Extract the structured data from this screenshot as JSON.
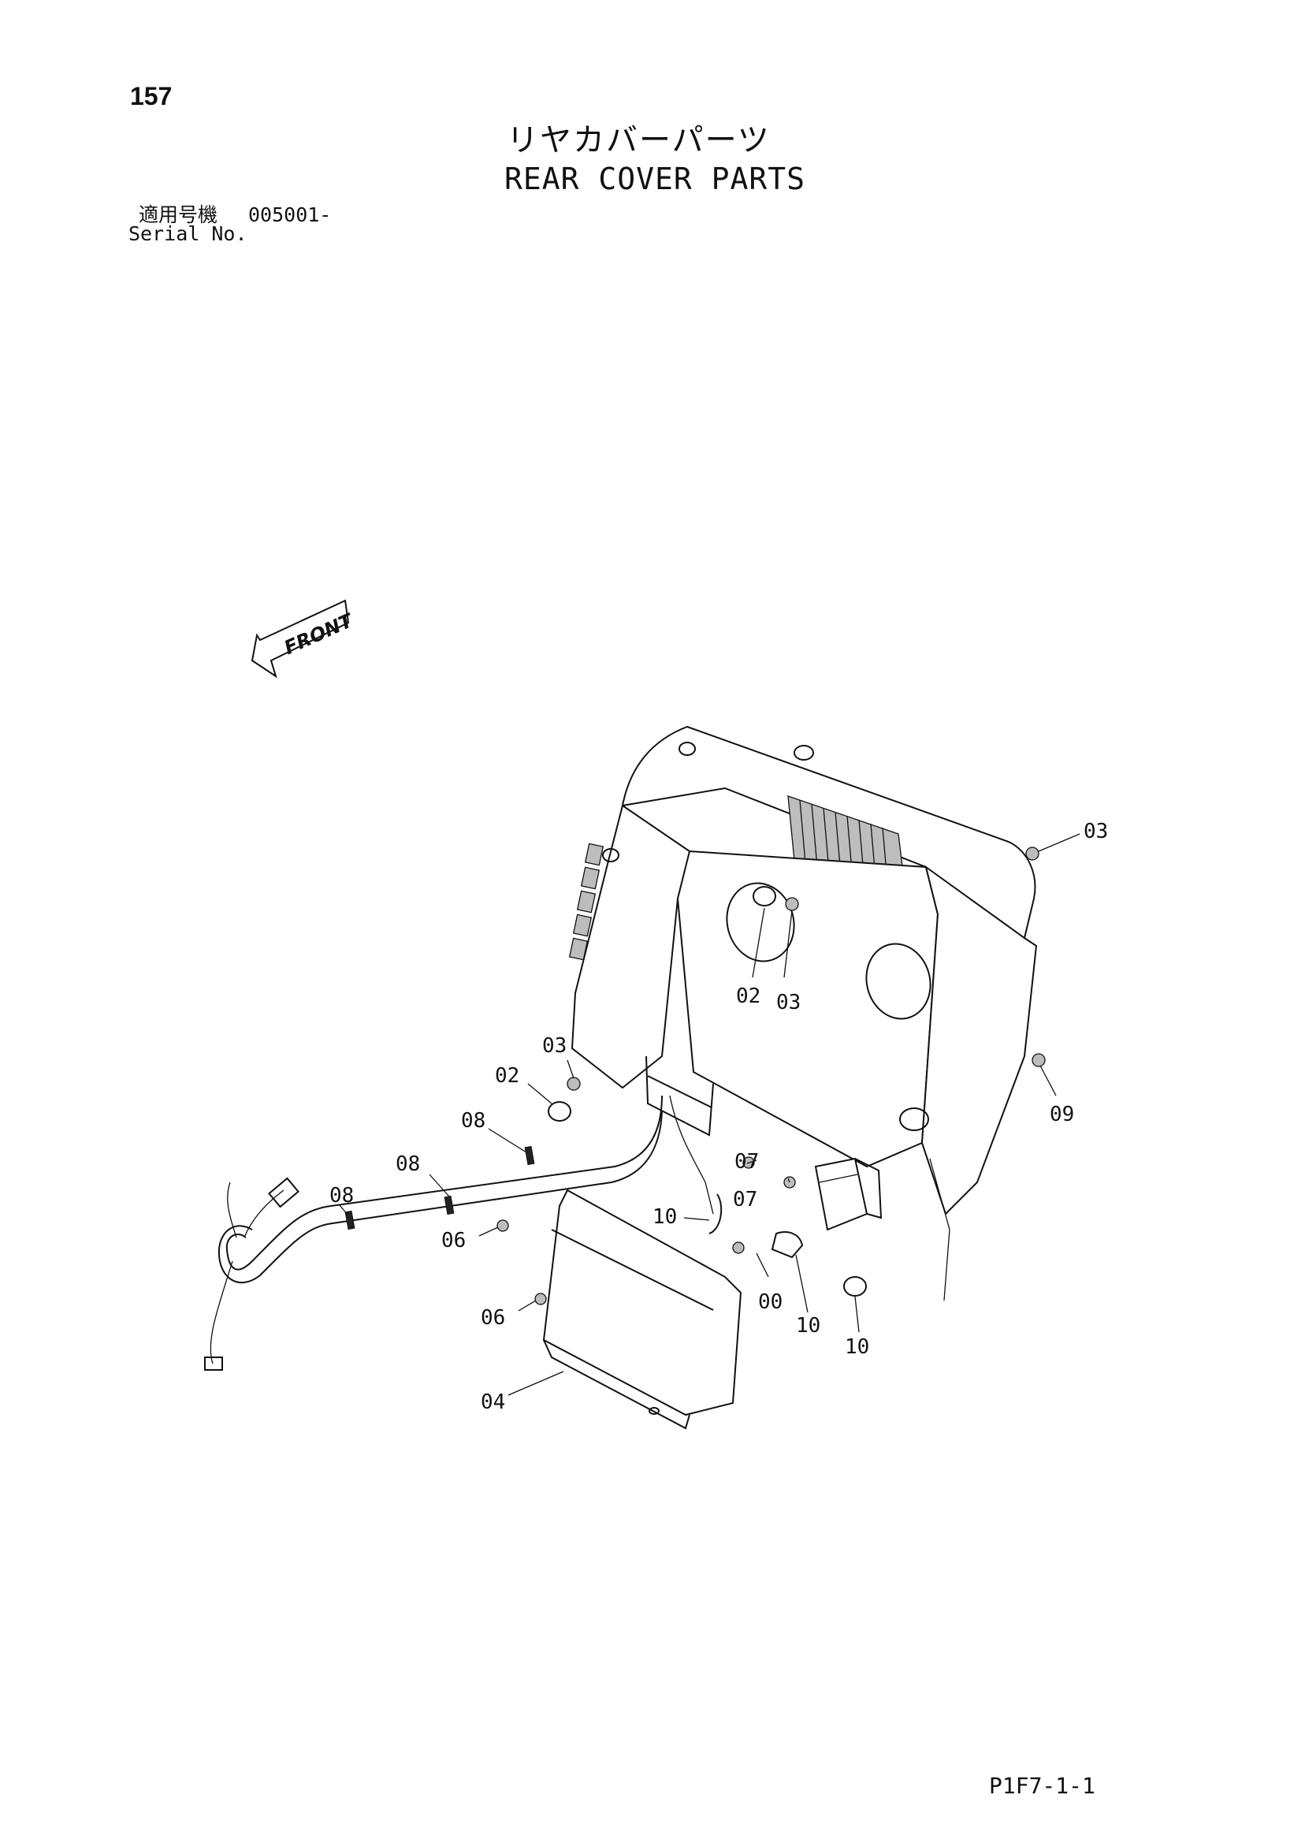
{
  "page": {
    "number": "157",
    "title_jp": "リヤカバーパーツ",
    "title_en": "REAR COVER PARTS",
    "serial_label_jp": "適用号機",
    "serial_value": "005001-",
    "serial_label_en": "Serial No.",
    "page_code": "P1F7-1-1"
  },
  "diagram": {
    "front_label": "FRONT",
    "callouts": [
      "03",
      "02",
      "03",
      "03",
      "02",
      "09",
      "08",
      "08",
      "08",
      "07",
      "07",
      "10",
      "06",
      "00",
      "10",
      "10",
      "06",
      "04"
    ]
  }
}
